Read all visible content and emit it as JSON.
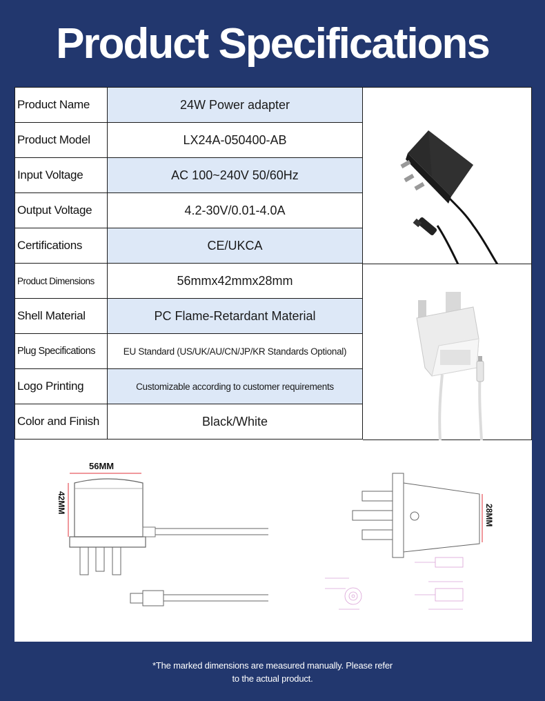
{
  "title": "Product Specifications",
  "specs": [
    {
      "label": "Product Name",
      "value": "24W Power adapter"
    },
    {
      "label": "Product Model",
      "value": "LX24A-050400-AB"
    },
    {
      "label": "Input Voltage",
      "value": "AC 100~240V 50/60Hz"
    },
    {
      "label": "Output Voltage",
      "value": "4.2-30V/0.01-4.0A"
    },
    {
      "label": "Certifications",
      "value": "CE/UKCA"
    },
    {
      "label": "Product Dimensions",
      "value": "56mmx42mmx28mm"
    },
    {
      "label": "Shell Material",
      "value": "PC Flame-Retardant Material"
    },
    {
      "label": "Plug Specifications",
      "value": "EU Standard (US/UK/AU/CN/JP/KR Standards Optional)"
    },
    {
      "label": "Logo Printing",
      "value": "Customizable according to customer requirements"
    },
    {
      "label": "Color and Finish",
      "value": "Black/White"
    }
  ],
  "dimensions": {
    "width_label": "56MM",
    "height_label": "42MM",
    "depth_label": "28MM"
  },
  "footnote": {
    "line1": "*The marked dimensions are measured manually. Please refer",
    "line2": "to the actual product."
  },
  "colors": {
    "background": "#22376e",
    "row_shade": "#dde8f7",
    "dimension_line": "#e0303a"
  }
}
